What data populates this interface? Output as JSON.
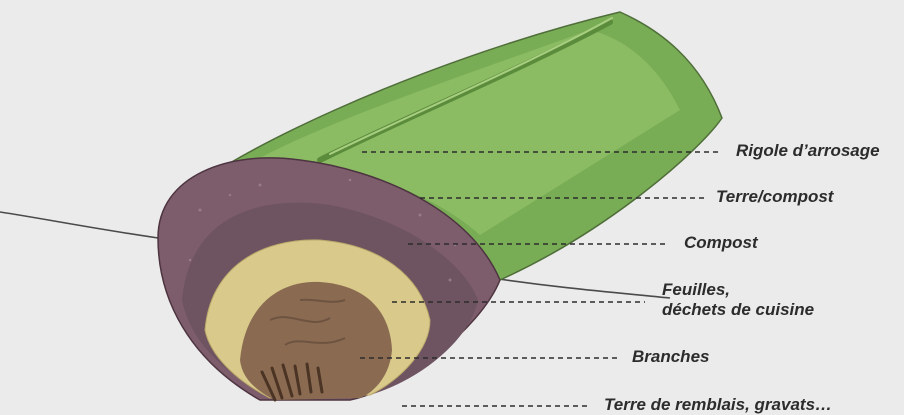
{
  "colors": {
    "background": "#ebebeb",
    "grass": "#79ad55",
    "grass_light": "#93c26a",
    "grass_dark": "#5b8c3c",
    "soil_compost": "#7d5d6b",
    "soil_compost_dark": "#634553",
    "compost": "#6e5361",
    "leaves": "#d9c98a",
    "branches": "#8a6b52",
    "label_text": "#2c2c2c",
    "leader_line": "#2c2c2c"
  },
  "labels": {
    "rigole": "Rigole d’arrosage",
    "terre_compost": "Terre/compost",
    "compost": "Compost",
    "feuilles_line1": "Feuilles,",
    "feuilles_line2": "déchets de cuisine",
    "branches": "Branches",
    "terre_remblais": "Terre de remblais, gravats…"
  }
}
